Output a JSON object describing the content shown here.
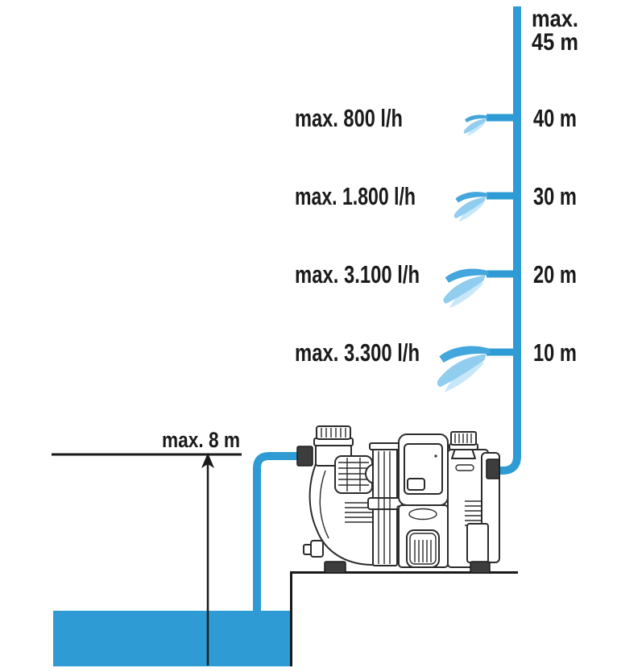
{
  "colors": {
    "pipe_blue": "#2E9BD4",
    "line_black": "#1A1A1A",
    "pump_dark": "#3D3D3D",
    "spray_jet": "#43A6DC",
    "spray_mid": "#90CDEF",
    "spray_light": "#C8E7F9"
  },
  "riser": {
    "top_label": {
      "line1": "max.",
      "line2": "45 m"
    },
    "levels": [
      {
        "flow_label": "max. 800 l/h",
        "height_label": "40 m"
      },
      {
        "flow_label": "max. 1.800 l/h",
        "height_label": "30 m"
      },
      {
        "flow_label": "max. 3.100 l/h",
        "height_label": "20 m"
      },
      {
        "flow_label": "max. 3.300 l/h",
        "height_label": "10 m"
      }
    ]
  },
  "suction": {
    "max_label": "max. 8 m"
  },
  "performance_data": {
    "type": "table",
    "max_delivery_head_m": 45,
    "max_suction_height_m": 8,
    "flow_at_height": [
      {
        "height_m": 40,
        "max_flow_l_per_h": 800
      },
      {
        "height_m": 30,
        "max_flow_l_per_h": 1800
      },
      {
        "height_m": 20,
        "max_flow_l_per_h": 3100
      },
      {
        "height_m": 10,
        "max_flow_l_per_h": 3300
      }
    ]
  }
}
